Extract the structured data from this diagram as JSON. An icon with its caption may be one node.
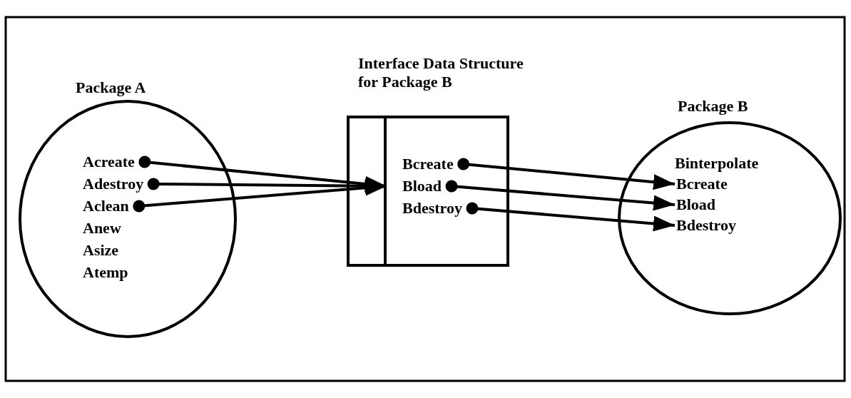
{
  "diagram": {
    "nodes": [
      {
        "text": [
          "Package A"
        ]
      },
      {
        "text": [
          "Acreate"
        ],
        "in": 0
      },
      {
        "text": [
          "Adestroy"
        ],
        "in": 0
      },
      {
        "text": [
          "Aclean"
        ],
        "in": 0
      },
      {
        "text": [
          "Anew"
        ],
        "in": 0
      },
      {
        "text": [
          "Asize"
        ],
        "in": 0
      },
      {
        "text": [
          "Atemp"
        ],
        "in": 0
      },
      {
        "text": [
          "Interface Data Structure for Package B"
        ]
      },
      {
        "text": [
          "Bcreate"
        ],
        "in": 7
      },
      {
        "text": [
          "Bload"
        ],
        "in": 7
      },
      {
        "text": [
          "Bdestroy"
        ],
        "in": 7
      },
      {
        "text": [
          "Package B"
        ]
      },
      {
        "text": [
          "Binterpolate"
        ],
        "in": 11
      },
      {
        "text": [
          "Bcreate"
        ],
        "in": 11
      },
      {
        "text": [
          "Bload"
        ],
        "in": 11
      },
      {
        "text": [
          "Bdestroy"
        ],
        "in": 11
      }
    ],
    "edges": [
      {
        "from": 1,
        "to": 9,
        "arrow": "to"
      },
      {
        "from": 2,
        "to": 9,
        "arrow": "to"
      },
      {
        "from": 3,
        "to": 9,
        "arrow": "to"
      },
      {
        "from": 8,
        "to": 13,
        "arrow": "to"
      },
      {
        "from": 9,
        "to": 14,
        "arrow": "to"
      },
      {
        "from": 10,
        "to": 15,
        "arrow": "to"
      }
    ]
  }
}
